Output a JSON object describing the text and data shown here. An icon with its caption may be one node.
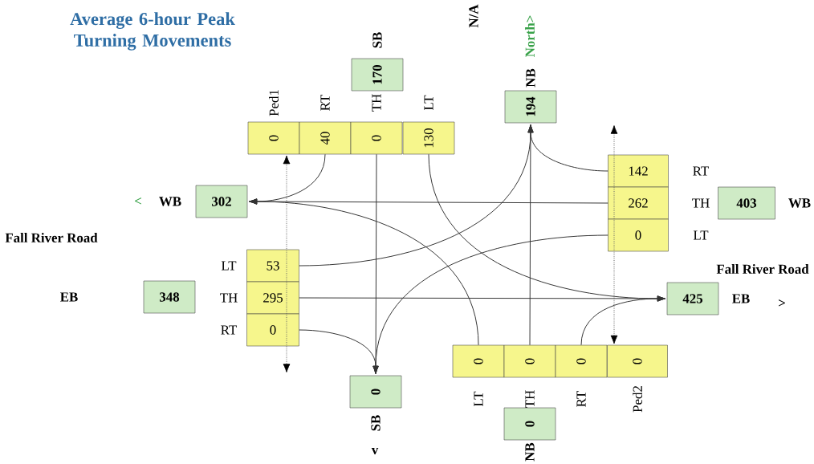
{
  "diagram": {
    "title": "Average 6-hour Peak Turning Movements",
    "nodes": [
      {
        "text": [
          "170"
        ],
        "beside": [
          "SB"
        ]
      },
      {
        "text": [
          "0"
        ]
      },
      {
        "text": [
          "40"
        ]
      },
      {
        "text": [
          "0"
        ]
      },
      {
        "text": [
          "130"
        ]
      },
      {
        "text": [
          "194"
        ],
        "beside": [
          "NB"
        ]
      },
      {
        "text": [
          "302"
        ],
        "beside": [
          "WB"
        ]
      },
      {
        "text": [
          "142"
        ]
      },
      {
        "text": [
          "262"
        ]
      },
      {
        "text": [
          "0"
        ]
      },
      {
        "text": [
          "403"
        ],
        "beside": [
          "WB"
        ]
      },
      {
        "text": [
          "53"
        ]
      },
      {
        "text": [
          "295"
        ]
      },
      {
        "text": [
          "0"
        ]
      },
      {
        "text": [
          "348"
        ]
      },
      {
        "text": [
          "425"
        ],
        "beside": [
          "EB"
        ]
      },
      {
        "text": [
          "0"
        ]
      },
      {
        "text": [
          "0"
        ]
      },
      {
        "text": [
          "0"
        ]
      },
      {
        "text": [
          "0"
        ]
      },
      {
        "text": [
          "0"
        ],
        "beside": [
          "SB"
        ]
      },
      {
        "text": [
          "0"
        ],
        "beside": [
          "NB"
        ]
      }
    ],
    "edges": [
      {
        "from": 2,
        "to": 6,
        "arrow": "to"
      },
      {
        "from": 3,
        "to": 20,
        "arrow": "to"
      },
      {
        "from": 4,
        "to": 15,
        "arrow": "to"
      },
      {
        "from": 1,
        "to": null,
        "arrow": "both",
        "style": "dashed"
      },
      {
        "from": 7,
        "to": 5,
        "arrow": "to"
      },
      {
        "from": 8,
        "to": 6,
        "arrow": "to"
      },
      {
        "from": 9,
        "to": 20,
        "arrow": "to"
      },
      {
        "from": 11,
        "to": 5,
        "arrow": "to"
      },
      {
        "from": 12,
        "to": 15,
        "arrow": "to"
      },
      {
        "from": 13,
        "to": 20,
        "arrow": "to"
      },
      {
        "from": 16,
        "to": 6,
        "arrow": "to"
      },
      {
        "from": 17,
        "to": 5,
        "arrow": "to"
      },
      {
        "from": 18,
        "to": 15,
        "arrow": "to"
      },
      {
        "from": 19,
        "to": null,
        "arrow": "both",
        "style": "dashed"
      }
    ],
    "labels": [
      "N/A",
      "North>",
      "Ped1",
      "RT",
      "TH",
      "LT",
      "RT",
      "<",
      "TH",
      "Fall River Road",
      "LT",
      "LT",
      "Fall River Road",
      "EB",
      "TH",
      ">",
      "RT",
      "LT",
      "TH",
      "RT",
      "Ped2",
      "v"
    ]
  }
}
